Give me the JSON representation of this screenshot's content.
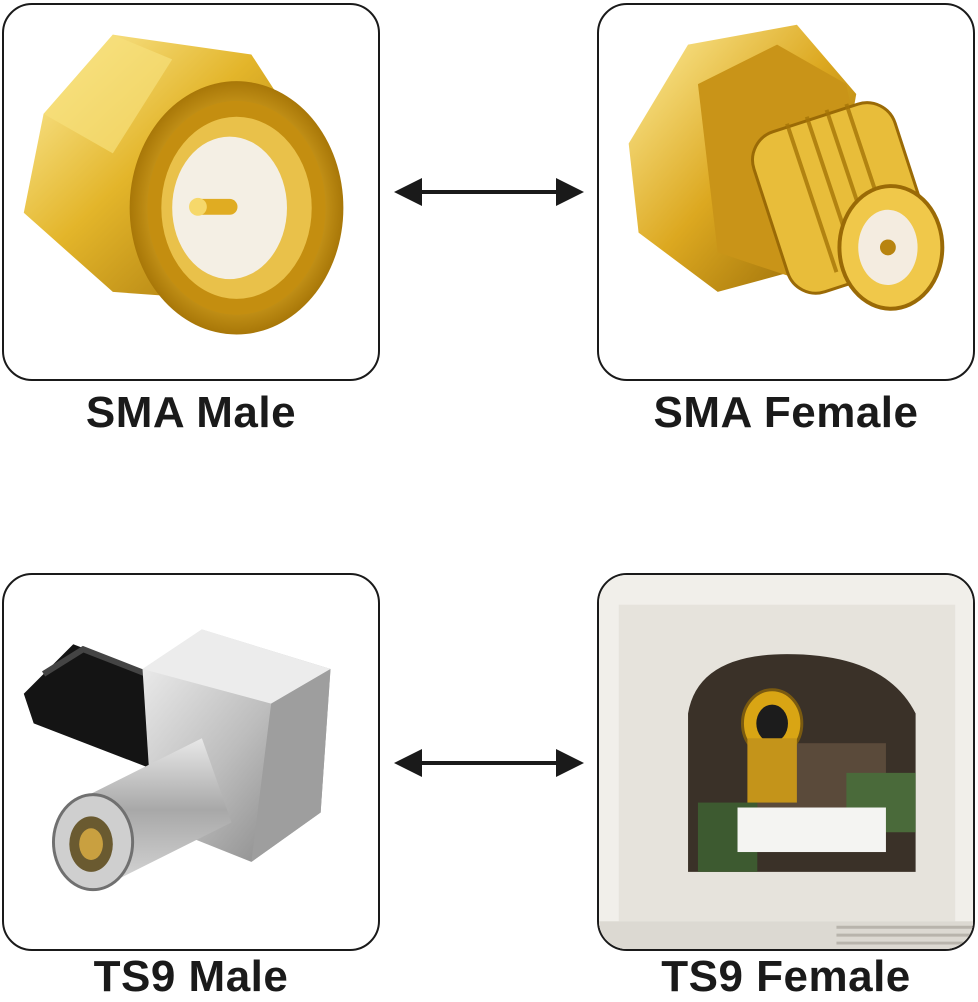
{
  "connectors": {
    "sma_male": {
      "label": "SMA Male",
      "icon": "sma-male-connector-photo"
    },
    "sma_female": {
      "label": "SMA Female",
      "icon": "sma-female-connector-photo"
    },
    "ts9_male": {
      "label": "TS9 Male",
      "icon": "ts9-male-connector-photo"
    },
    "ts9_female": {
      "label": "TS9 Female",
      "icon": "ts9-female-socket-photo"
    }
  },
  "arrows": {
    "icon": "double-headed-arrow-icon"
  },
  "colors": {
    "outline": "#1a1a1a",
    "gold": "#d9a514",
    "silver": "#c8c8c8"
  }
}
